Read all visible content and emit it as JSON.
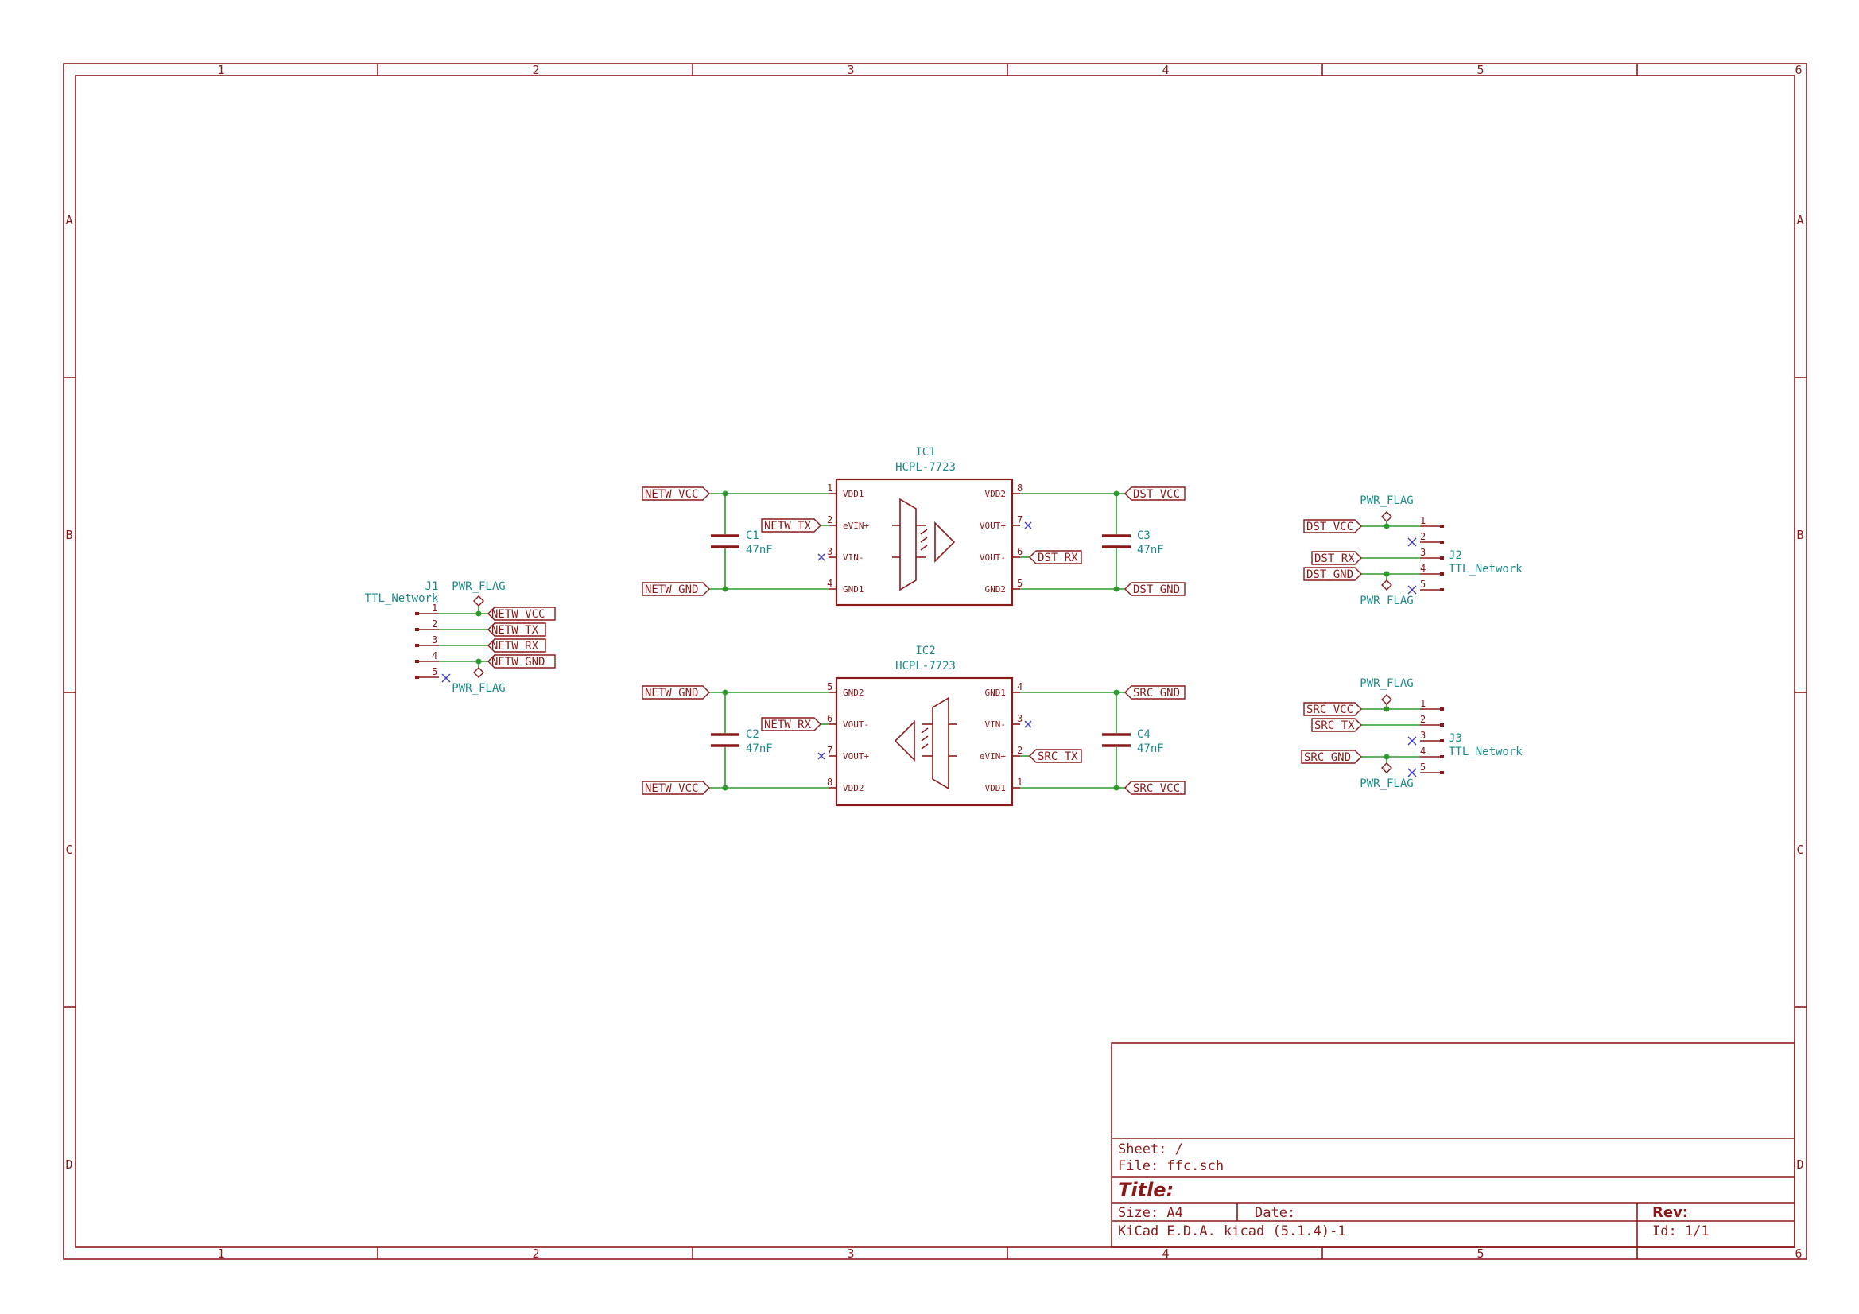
{
  "border": {
    "columns": [
      "1",
      "2",
      "3",
      "4",
      "5",
      "6"
    ],
    "rows": [
      "A",
      "B",
      "C",
      "D"
    ]
  },
  "title_block": {
    "sheet": "Sheet: /",
    "file": "File: ffc.sch",
    "title": "Title:",
    "size": "Size: A4",
    "date": "Date:",
    "rev": "Rev:",
    "tool": "KiCad E.D.A.  kicad (5.1.4)-1",
    "id": "Id: 1/1"
  },
  "ic1": {
    "ref": "IC1",
    "value": "HCPL-7723",
    "pins": {
      "p1": {
        "num": "1",
        "name": "VDD1"
      },
      "p2": {
        "num": "2",
        "name": "eVIN+"
      },
      "p3": {
        "num": "3",
        "name": "VIN-"
      },
      "p4": {
        "num": "4",
        "name": "GND1"
      },
      "p8": {
        "num": "8",
        "name": "VDD2"
      },
      "p7": {
        "num": "7",
        "name": "VOUT+"
      },
      "p6": {
        "num": "6",
        "name": "VOUT-"
      },
      "p5": {
        "num": "5",
        "name": "GND2"
      }
    }
  },
  "ic2": {
    "ref": "IC2",
    "value": "HCPL-7723",
    "pins": {
      "p5": {
        "num": "5",
        "name": "GND2"
      },
      "p6": {
        "num": "6",
        "name": "VOUT-"
      },
      "p7": {
        "num": "7",
        "name": "VOUT+"
      },
      "p8": {
        "num": "8",
        "name": "VDD2"
      },
      "p4": {
        "num": "4",
        "name": "GND1"
      },
      "p3": {
        "num": "3",
        "name": "VIN-"
      },
      "p2": {
        "num": "2",
        "name": "eVIN+"
      },
      "p1": {
        "num": "1",
        "name": "VDD1"
      }
    }
  },
  "caps": {
    "c1": {
      "ref": "C1",
      "value": "47nF"
    },
    "c2": {
      "ref": "C2",
      "value": "47nF"
    },
    "c3": {
      "ref": "C3",
      "value": "47nF"
    },
    "c4": {
      "ref": "C4",
      "value": "47nF"
    }
  },
  "connectors": {
    "j1": {
      "ref": "J1",
      "value": "TTL_Network"
    },
    "j2": {
      "ref": "J2",
      "value": "TTL_Network"
    },
    "j3": {
      "ref": "J3",
      "value": "TTL_Network"
    },
    "pins": [
      "1",
      "2",
      "3",
      "4",
      "5"
    ]
  },
  "power_flag": "PWR_FLAG",
  "labels": {
    "netw_vcc": "NETW_VCC",
    "netw_gnd": "NETW_GND",
    "netw_tx": "NETW_TX",
    "netw_rx": "NETW_RX",
    "dst_vcc": "DST_VCC",
    "dst_gnd": "DST_GND",
    "dst_rx": "DST_RX",
    "src_vcc": "SRC_VCC",
    "src_gnd": "SRC_GND",
    "src_tx": "SRC_TX"
  }
}
